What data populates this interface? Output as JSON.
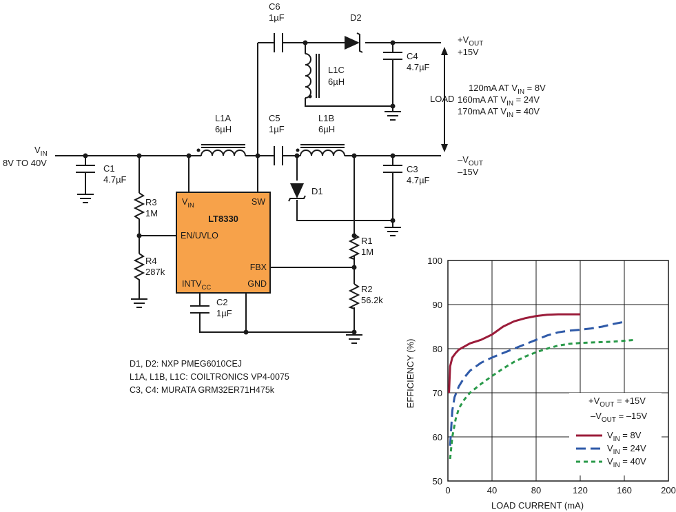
{
  "schematic": {
    "vin_label": "V",
    "vin_sub": "IN",
    "vin_range": "8V TO 40V",
    "components": {
      "c1": {
        "ref": "C1",
        "value": "4.7µF"
      },
      "c2": {
        "ref": "C2",
        "value": "1µF"
      },
      "c3": {
        "ref": "C3",
        "value": "4.7µF"
      },
      "c4": {
        "ref": "C4",
        "value": "4.7µF"
      },
      "c5": {
        "ref": "C5",
        "value": "1µF"
      },
      "c6": {
        "ref": "C6",
        "value": "1µF"
      },
      "r1": {
        "ref": "R1",
        "value": "1M"
      },
      "r2": {
        "ref": "R2",
        "value": "56.2k"
      },
      "r3": {
        "ref": "R3",
        "value": "1M"
      },
      "r4": {
        "ref": "R4",
        "value": "287k"
      },
      "l1a": {
        "ref": "L1A",
        "value": "6µH"
      },
      "l1b": {
        "ref": "L1B",
        "value": "6µH"
      },
      "l1c": {
        "ref": "L1C",
        "value": "6µH"
      },
      "d1": {
        "ref": "D1"
      },
      "d2": {
        "ref": "D2"
      }
    },
    "ic": {
      "name": "LT8330",
      "pin_vin": "V",
      "pin_vin_sub": "IN",
      "pin_sw": "SW",
      "pin_en": "EN/UVLO",
      "pin_fbx": "FBX",
      "pin_intv": "INTV",
      "pin_intv_sub": "CC",
      "pin_gnd": "GND",
      "color": "#f7a24a"
    },
    "outputs": {
      "pos_label": "+V",
      "pos_sub": "OUT",
      "pos_value": "+15V",
      "neg_label": "–V",
      "neg_sub": "OUT",
      "neg_value": "–15V",
      "load_label": "LOAD",
      "load_lines": [
        {
          "pre": "120mA AT V",
          "sub": "IN",
          "post": " = 8V"
        },
        {
          "pre": "160mA AT V",
          "sub": "IN",
          "post": " = 24V"
        },
        {
          "pre": "170mA AT V",
          "sub": "IN",
          "post": " = 40V"
        }
      ]
    },
    "notes": [
      "D1, D2: NXP PMEG6010CEJ",
      "L1A, L1B, L1C: COILTRONICS VP4-0075",
      "C3, C4: MURATA GRM32ER71H475k"
    ]
  },
  "chart_data": {
    "type": "line",
    "xlabel": "LOAD CURRENT (mA)",
    "ylabel": "EFFICIENCY (%)",
    "xlim": [
      0,
      200
    ],
    "ylim": [
      50,
      100
    ],
    "xticks": [
      0,
      40,
      80,
      120,
      160,
      200
    ],
    "yticks": [
      50,
      60,
      70,
      80,
      90,
      100
    ],
    "grid": true,
    "annotation": [
      {
        "pre": "+V",
        "sub": "OUT",
        "post": " = +15V"
      },
      {
        "pre": "–V",
        "sub": "OUT",
        "post": " = –15V"
      }
    ],
    "legend_position": "bottom-right",
    "series": [
      {
        "name_pre": "V",
        "name_sub": "IN",
        "name_post": " = 8V",
        "color": "#9b1c3a",
        "dash": "solid",
        "x": [
          1,
          2,
          4,
          7,
          10,
          15,
          20,
          30,
          40,
          50,
          60,
          70,
          80,
          90,
          100,
          110,
          120
        ],
        "y": [
          70,
          76,
          78,
          79,
          79.8,
          80.5,
          81.2,
          82,
          83.2,
          85,
          86.2,
          86.9,
          87.4,
          87.7,
          87.8,
          87.8,
          87.8
        ]
      },
      {
        "name_pre": "V",
        "name_sub": "IN",
        "name_post": " = 24V",
        "color": "#2f5aa8",
        "dash": "long",
        "x": [
          2,
          4,
          6,
          10,
          15,
          20,
          30,
          40,
          50,
          60,
          70,
          80,
          90,
          100,
          110,
          120,
          130,
          140,
          150,
          160
        ],
        "y": [
          58,
          66,
          69,
          71.5,
          73.5,
          75,
          76.8,
          78,
          79,
          80,
          81,
          82,
          83,
          83.7,
          84.1,
          84.3,
          84.6,
          85,
          85.6,
          86.1
        ]
      },
      {
        "name_pre": "V",
        "name_sub": "IN",
        "name_post": " = 40V",
        "color": "#2a9a4a",
        "dash": "short",
        "x": [
          2,
          4,
          7,
          10,
          15,
          20,
          30,
          40,
          50,
          60,
          70,
          80,
          90,
          100,
          110,
          120,
          130,
          140,
          150,
          160,
          170
        ],
        "y": [
          55,
          60,
          64,
          66.5,
          68.5,
          70,
          72,
          73.8,
          75.5,
          77,
          78.2,
          79.2,
          80,
          80.7,
          81.1,
          81.3,
          81.4,
          81.5,
          81.6,
          81.8,
          82
        ]
      }
    ]
  }
}
